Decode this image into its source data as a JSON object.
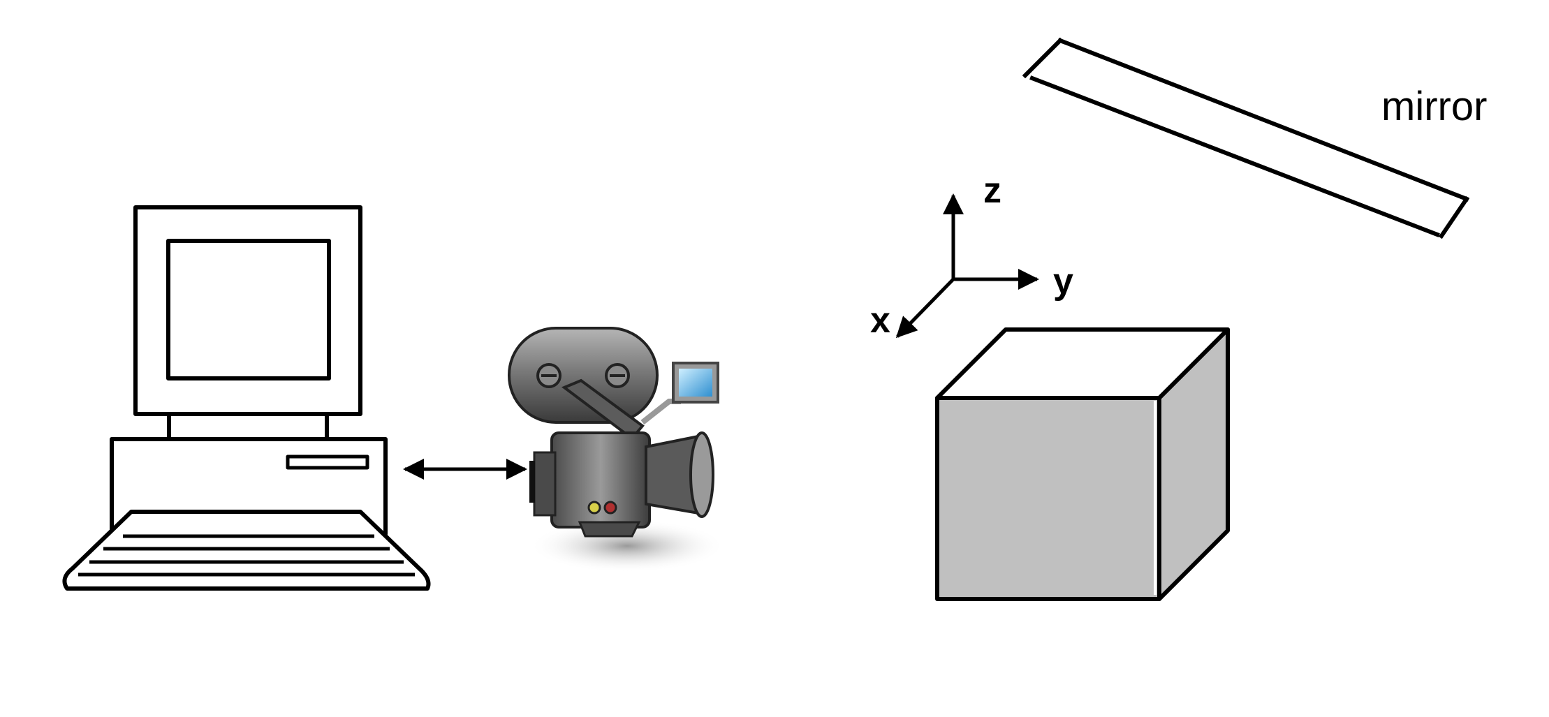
{
  "labels": {
    "mirror": "mirror",
    "axis_x": "x",
    "axis_y": "y",
    "axis_z": "z"
  },
  "colors": {
    "stroke": "#000000",
    "cube_front": "#c0c0c0",
    "cube_side": "#c0c0c0",
    "cube_top": "#ffffff",
    "camera_body": "#6e6e6e",
    "camera_screen": "#4aa8e0",
    "background": "#ffffff"
  },
  "icons": {
    "computer": "desktop-computer-icon",
    "camera": "video-camera-icon",
    "link": "double-arrow-icon"
  }
}
